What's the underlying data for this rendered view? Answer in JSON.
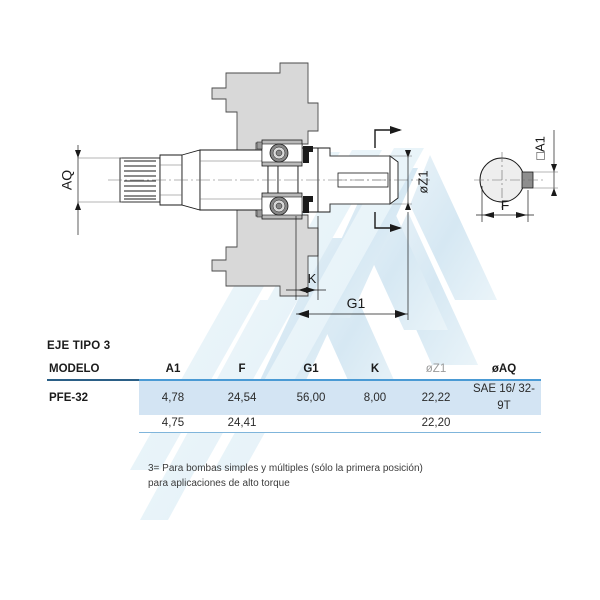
{
  "page": {
    "background_color": "#ffffff",
    "watermark_color": "#dceaf4",
    "accent_blue": "#4a9ad4",
    "header_rule_color": "#2b5f86",
    "row_highlight_color": "#d3e4f3",
    "line_color": "#1a1a1a",
    "part_fill_color": "#d8d8d8"
  },
  "drawing": {
    "title": "cross-section of pump drive shaft type 3",
    "labels": {
      "aq": "AQ",
      "z1": "øZ1",
      "a1": "□A1",
      "f": "F",
      "k": "K",
      "g1": "G1"
    }
  },
  "spec": {
    "title": "EJE TIPO 3",
    "columns": [
      "MODELO",
      "A1",
      "F",
      "G1",
      "K",
      "øZ1",
      "øAQ"
    ],
    "column_muted": [
      false,
      false,
      false,
      false,
      false,
      true,
      false
    ],
    "rows": [
      {
        "modelo": "PFE-32",
        "values": [
          "4,78",
          "24,54",
          "56,00",
          "8,00",
          "22,22",
          "SAE 16/ 32-9T"
        ]
      },
      {
        "modelo": "",
        "values": [
          "4,75",
          "24,41",
          "",
          "",
          "22,20",
          ""
        ]
      }
    ]
  },
  "footnote": {
    "line1": "3= Para bombas simples y múltiples (sólo la primera posición)",
    "line2": "para aplicaciones de alto torque"
  }
}
